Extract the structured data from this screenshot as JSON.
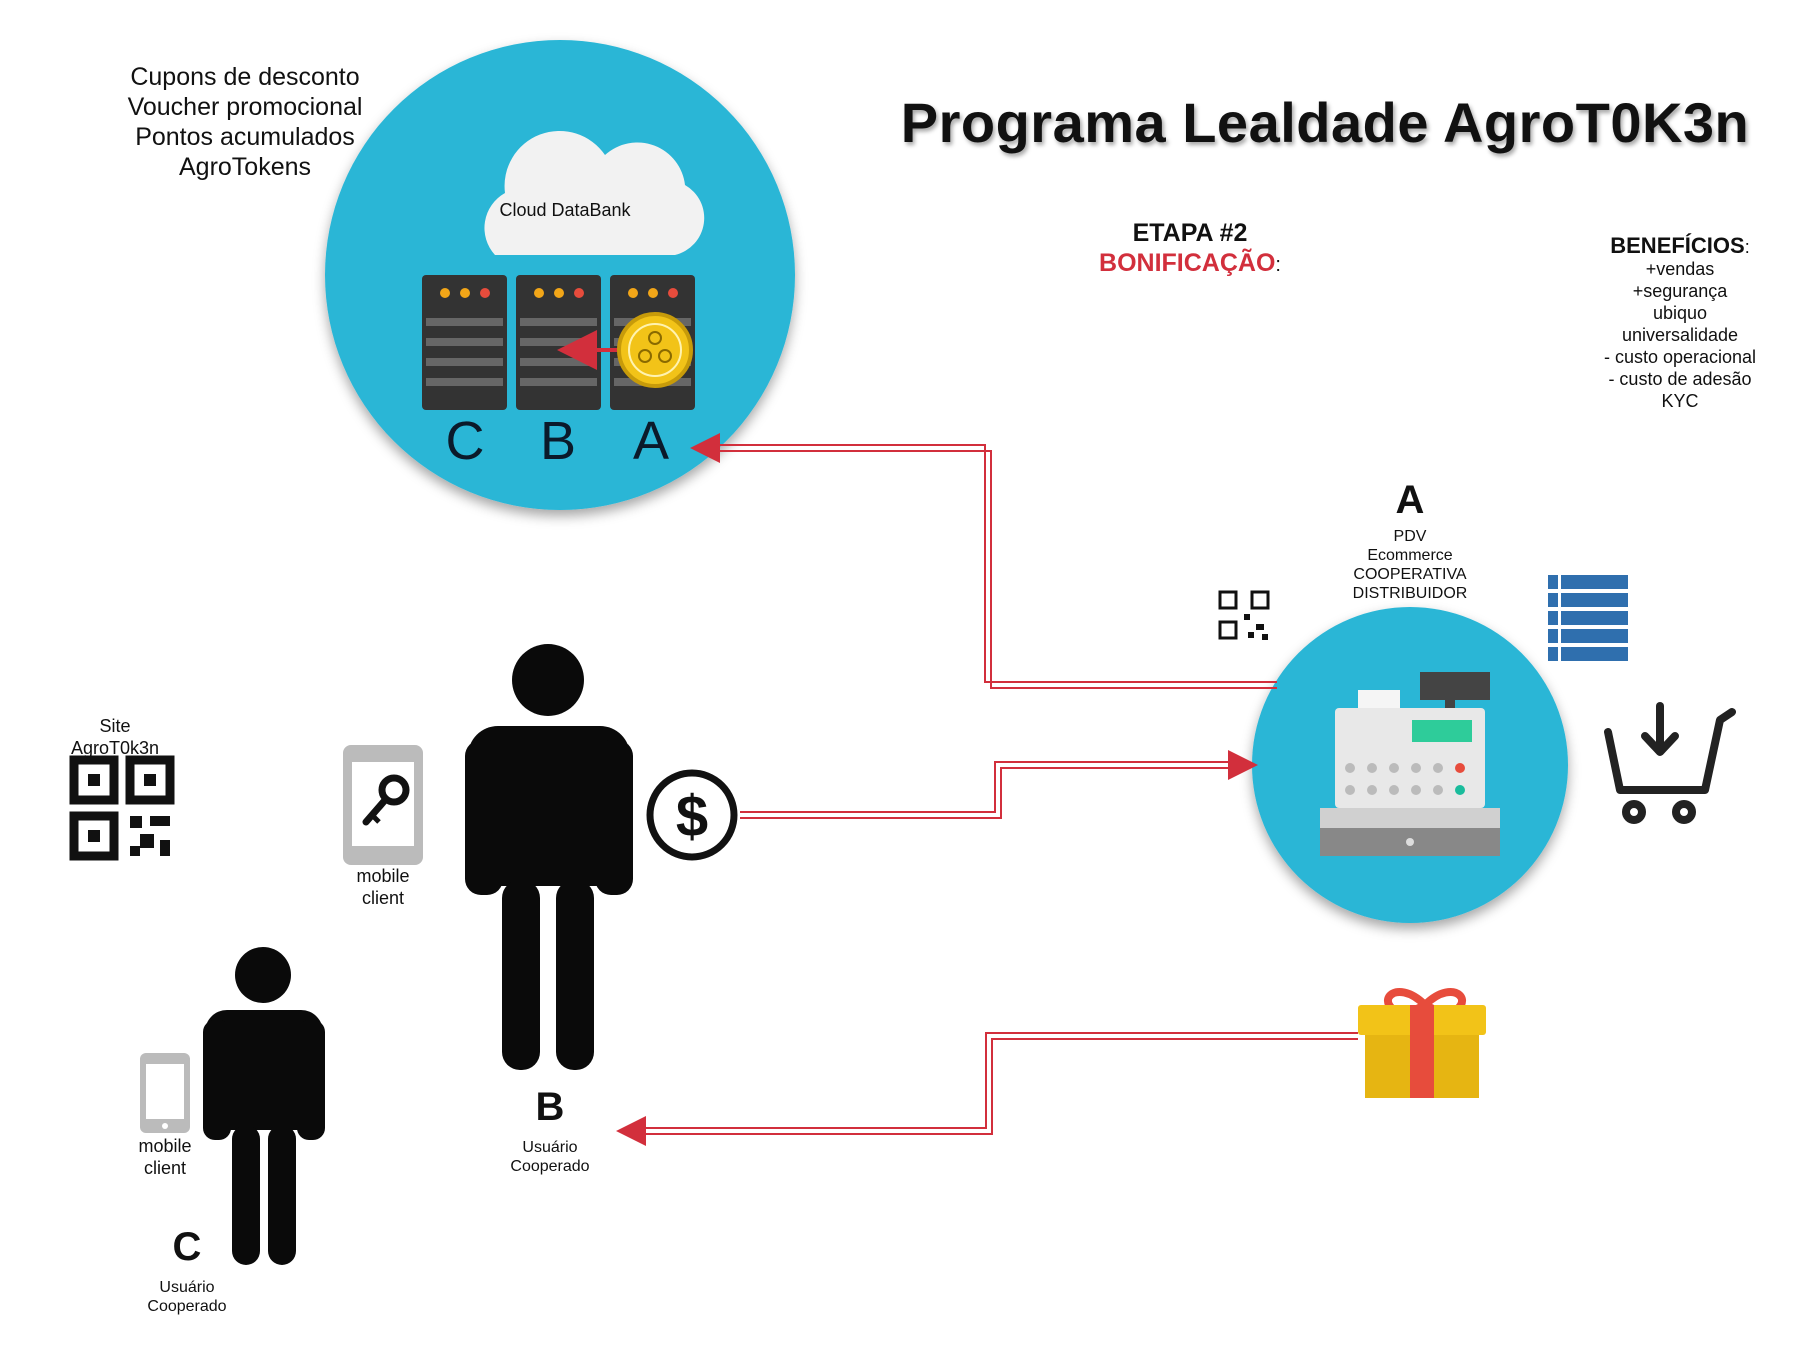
{
  "title": "Programa Lealdade AgroT0K3n",
  "etapa": {
    "line1": "ETAPA  #2",
    "line2": "BONIFICAÇÃO",
    "colon": ":"
  },
  "coupons": [
    "Cupons de desconto",
    "Voucher promocional",
    "Pontos acumulados",
    "AgroTokens"
  ],
  "cloud": {
    "label": "Cloud DataBank",
    "servers": [
      "C",
      "B",
      "A"
    ]
  },
  "beneficios": {
    "header": "BENEFÍCIOS",
    "colon": ":",
    "items": [
      "+vendas",
      "+segurança",
      "ubiquo",
      "universalidade",
      "- custo operacional",
      "- custo de  adesão",
      "KYC"
    ]
  },
  "pdv": {
    "letter": "A",
    "lines": [
      "PDV",
      "Ecommerce",
      "COOPERATIVA",
      "DISTRIBUIDOR"
    ]
  },
  "site": {
    "line1": "Site",
    "line2": "AgroT0k3n"
  },
  "userB": {
    "letter": "B",
    "line1": "Usuário",
    "line2": "Cooperado",
    "mobile1": "mobile",
    "mobile2": "client"
  },
  "userC": {
    "letter": "C",
    "line1": "Usuário",
    "line2": "Cooperado",
    "mobile1": "mobile",
    "mobile2": "client"
  },
  "colors": {
    "circle": "#29b6d6",
    "arrow": "#d22f3c",
    "coin": "#f2c318",
    "gift": "#f2c318",
    "ribbon": "#e74c3c",
    "list": "#2f6fae"
  },
  "icons": [
    "cloud-icon",
    "server-icon",
    "coin-icon",
    "qr-code-icon",
    "cash-register-icon",
    "list-icon",
    "cart-download-icon",
    "gift-icon",
    "dollar-icon",
    "person-icon",
    "phone-key-icon",
    "phone-icon"
  ]
}
